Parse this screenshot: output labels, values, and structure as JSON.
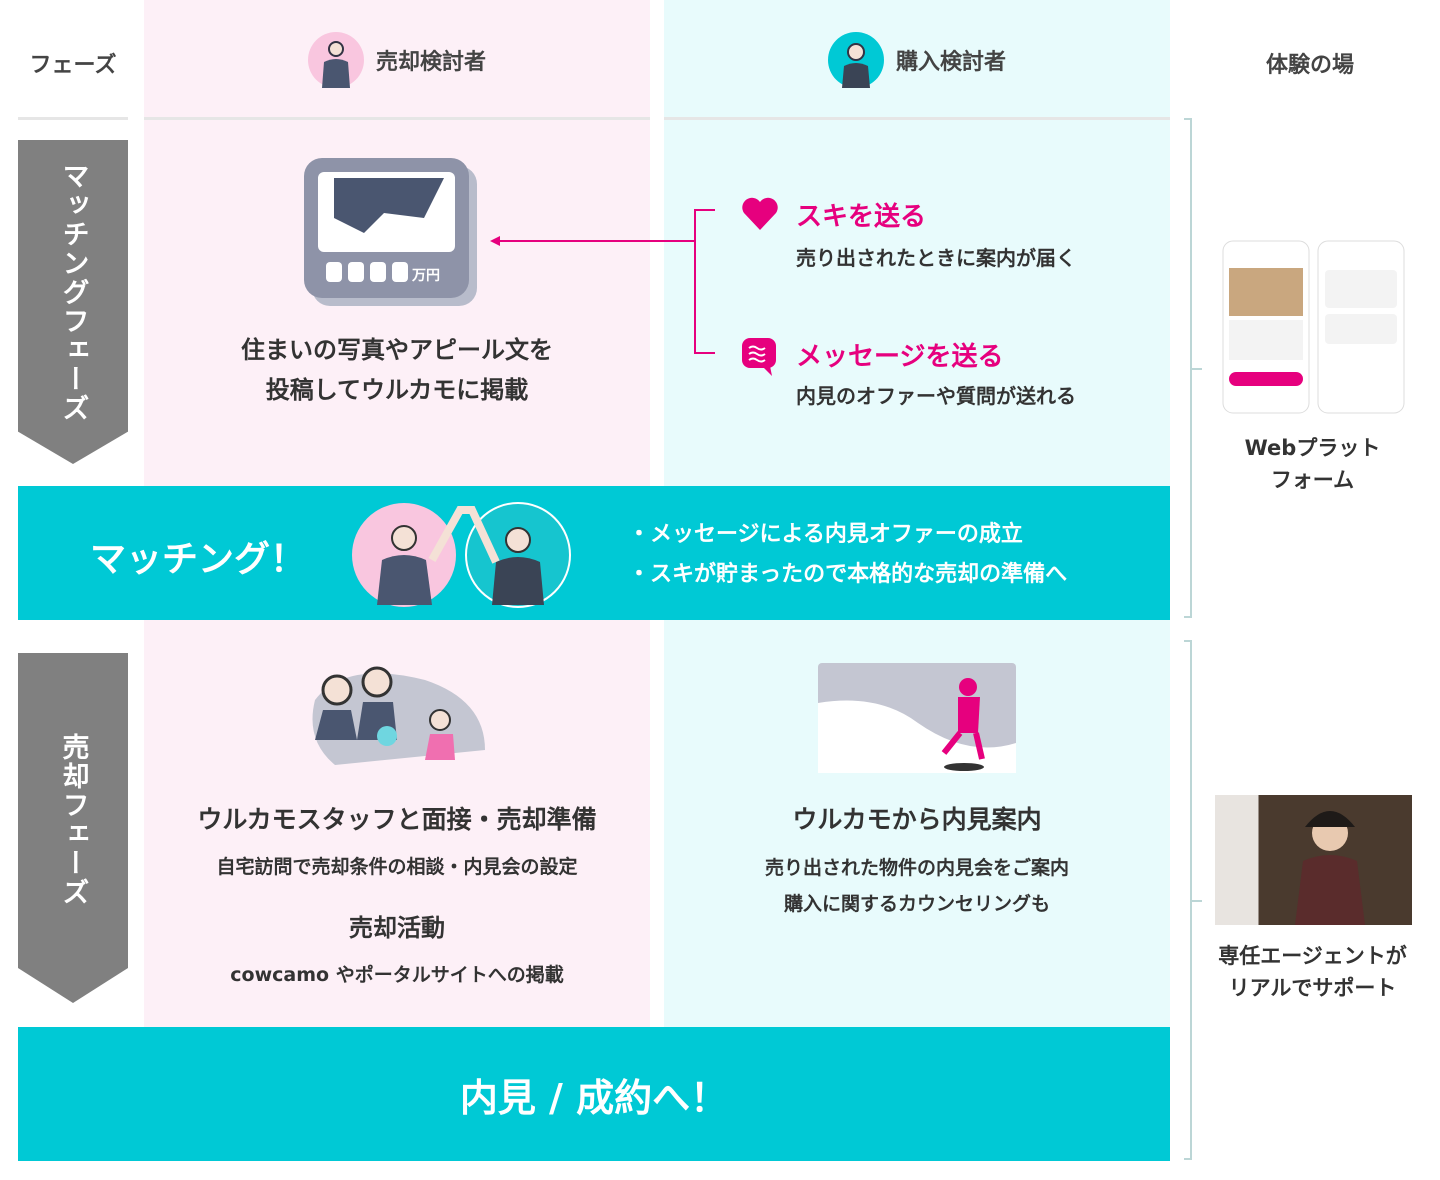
{
  "header": {
    "phase": "フェーズ",
    "seller": "売却検討者",
    "buyer": "購入検討者",
    "venue": "体験の場"
  },
  "phases": {
    "matching": "マッチングフェーズ",
    "selling": "売却フェーズ"
  },
  "matching": {
    "seller_text": [
      "住まいの写真やアピール文を",
      "投稿してウルカモに掲載"
    ],
    "price_unit": "万円",
    "like": {
      "title": "スキを送る",
      "desc": "売り出されたときに案内が届く"
    },
    "message": {
      "title": "メッセージを送る",
      "desc": "内見のオファーや質問が送れる"
    },
    "venue": [
      "Webプラット",
      "フォーム"
    ]
  },
  "match_band": {
    "title": "マッチング！",
    "bullets": [
      "・メッセージによる内見オファーの成立",
      "・スキが貯まったので本格的な売却の準備へ"
    ]
  },
  "selling": {
    "seller_title": "ウルカモスタッフと面接・売却準備",
    "seller_desc": "自宅訪問で売却条件の相談・内見会の設定",
    "activity_title": "売却活動",
    "activity_desc": "cowcamo やポータルサイトへの掲載",
    "buyer_title": "ウルカモから内見案内",
    "buyer_desc": [
      "売り出された物件の内見会をご案内",
      "購入に関するカウンセリングも"
    ],
    "venue": [
      "専任エージェントが",
      "リアルでサポート"
    ]
  },
  "final_band": {
    "title": "内見 / 成約へ！"
  },
  "colors": {
    "accent": "#e6007e",
    "teal": "#00c9d5",
    "pink_bg": "#fdf0f7",
    "cyan_bg": "#e8fbfc"
  }
}
